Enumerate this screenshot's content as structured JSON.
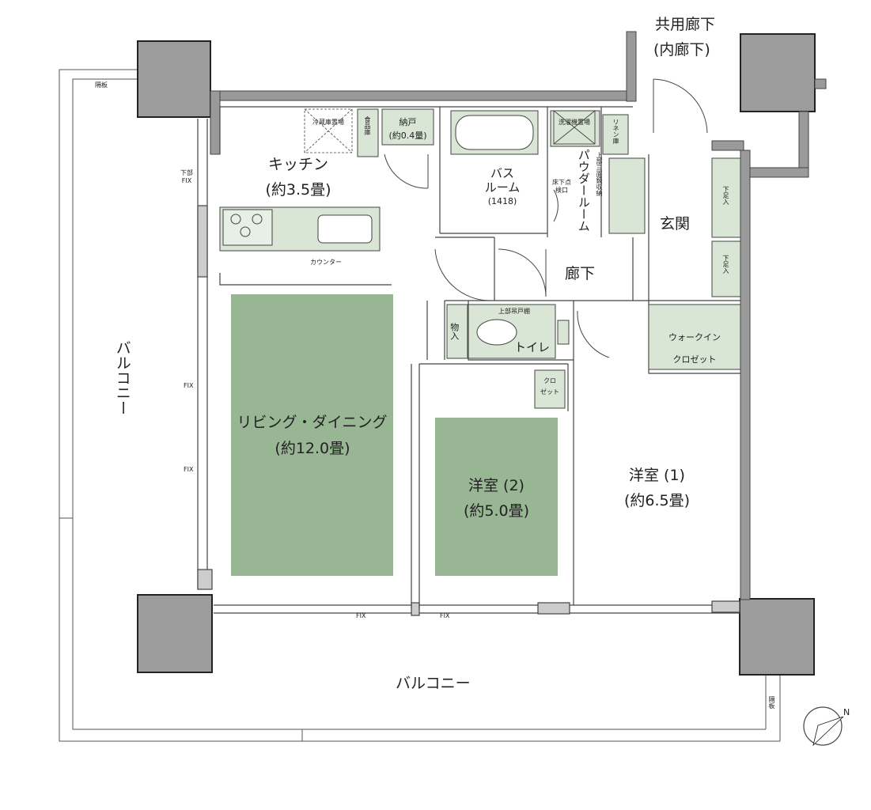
{
  "colors": {
    "wall": "#9a9a9a",
    "wall_edge": "#555555",
    "column_fill": "#9c9c9c",
    "room_accent": "#98b594",
    "fixture_fill": "#d9e5d5",
    "line": "#444444"
  },
  "rooms": {
    "kitchen": "キッチン",
    "kitchen_size": "(約3.5畳)",
    "living_dining": "リビング・ダイニング",
    "living_dining_size": "(約12.0畳)",
    "western2": "洋室 (2)",
    "western2_size": "(約5.0畳)",
    "western1": "洋室 (1)",
    "western1_size": "(約6.5畳)",
    "entrance": "玄関",
    "hallway": "廊下",
    "toilet": "トイレ",
    "bathroom_a": "バス",
    "bathroom_b": "ルーム",
    "bathroom_size": "(1418)",
    "powder_room": "パウダールーム",
    "storage_door": "納戸",
    "storage_door_size": "(約0.4量)",
    "walk_in_a": "ウォークイン",
    "walk_in_b": "クロゼット"
  },
  "exterior": {
    "balcony_left": "バルコニー",
    "balcony_bottom": "バルコニー",
    "common_corridor": "共用廊下",
    "inner_corridor": "(内廊下)",
    "partition_top": "隔板",
    "partition_right": "隔板"
  },
  "fixtures": {
    "fridge": "冷蔵庫置場",
    "pantry": "食品庫",
    "washer": "洗濯機置場",
    "linen": "リネン庫",
    "upper_mirror_storage": "上部三面鏡収納",
    "under_floor_inspection": "床下点検口",
    "counter": "カウンター",
    "shoe_1": "下足入",
    "shoe_2": "下足入",
    "storage_closet": "物入",
    "upper_cabinet": "上部吊戸棚",
    "closet_a": "クロ",
    "closet_b": "ゼット"
  },
  "windows": {
    "lower_fix": "下部FIX",
    "fix_1": "FIX",
    "fix_2": "FIX",
    "fix_3": "FIX",
    "fix_4": "FIX"
  },
  "compass": {
    "north": "N"
  }
}
